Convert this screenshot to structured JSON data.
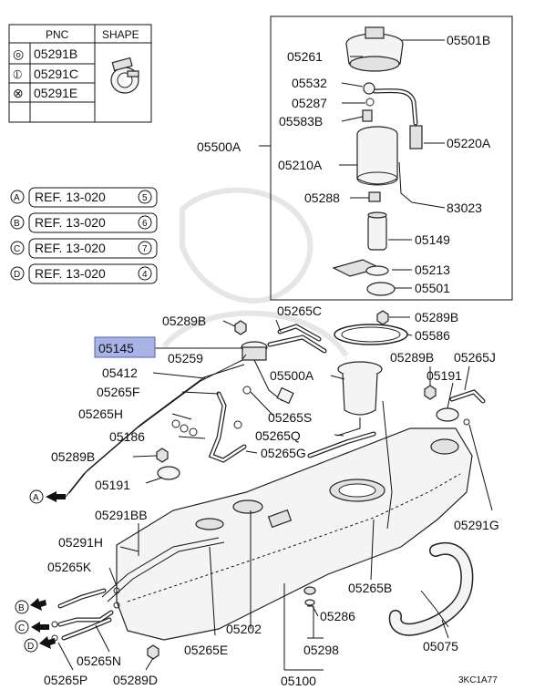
{
  "legend_table": {
    "header_pnc": "PNC",
    "header_shape": "SHAPE",
    "rows": [
      {
        "symbol": "◎",
        "pnc": "05291B"
      },
      {
        "symbol": "⦶",
        "pnc": "05291C"
      },
      {
        "symbol": "⊗",
        "pnc": "05291E"
      }
    ]
  },
  "references": [
    {
      "letter": "A",
      "text": "REF. 13-020",
      "num": "5"
    },
    {
      "letter": "B",
      "text": "REF. 13-020",
      "num": "6"
    },
    {
      "letter": "C",
      "text": "REF. 13-020",
      "num": "7"
    },
    {
      "letter": "D",
      "text": "REF. 13-020",
      "num": "4"
    }
  ],
  "labels": {
    "p05501B": "05501B",
    "p05261": "05261",
    "p05532": "05532",
    "p05287": "05287",
    "p05583B": "05583B",
    "p05220A": "05220A",
    "p05500A_box": "05500A",
    "p05210A": "05210A",
    "p05288": "05288",
    "p83023": "83023",
    "p05149": "05149",
    "p05213": "05213",
    "p05501": "05501",
    "p05265C": "05265C",
    "p05289B_a": "05289B",
    "p05289B_b": "05289B",
    "p05586": "05586",
    "p05145": "05145",
    "p05259": "05259",
    "p05289B_c": "05289B",
    "p05265J": "05265J",
    "p05412": "05412",
    "p05500A": "05500A",
    "p05191_a": "05191",
    "p05265F": "05265F",
    "p05265S": "05265S",
    "p05265H": "05265H",
    "p05186": "05186",
    "p05265Q": "05265Q",
    "p05289B_d": "05289B",
    "p05265G": "05265G",
    "p05191_b": "05191",
    "p05291G": "05291G",
    "p05291BB": "05291BB",
    "p05291H": "05291H",
    "p05265K": "05265K",
    "p05265B": "05265B",
    "p05286": "05286",
    "p05202": "05202",
    "p05298": "05298",
    "p05075": "05075",
    "p05265N": "05265N",
    "p05265E": "05265E",
    "p05265P": "05265P",
    "p05289D": "05289D",
    "p05100": "05100"
  },
  "arrow_letters": [
    "A",
    "B",
    "C",
    "D"
  ],
  "diagram_code": "3KC1A77",
  "colors": {
    "highlight": "#a9b3e6"
  }
}
